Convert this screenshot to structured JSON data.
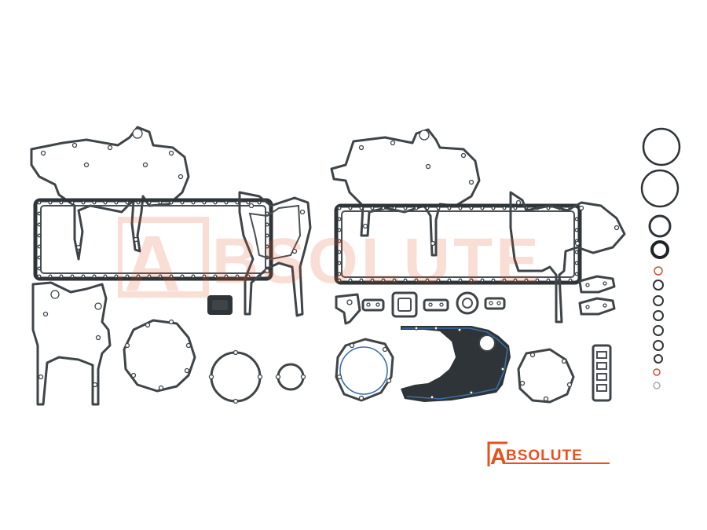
{
  "brand": {
    "logo_text": "BSOLUTE",
    "logo_letter": "A",
    "logo_color": "#e8501e",
    "watermark_text": "BSOLUTE",
    "watermark_letter": "A"
  },
  "gasket_color": "#3f4448",
  "icons": [
    "gasket-set-photo",
    "brand-logo"
  ]
}
